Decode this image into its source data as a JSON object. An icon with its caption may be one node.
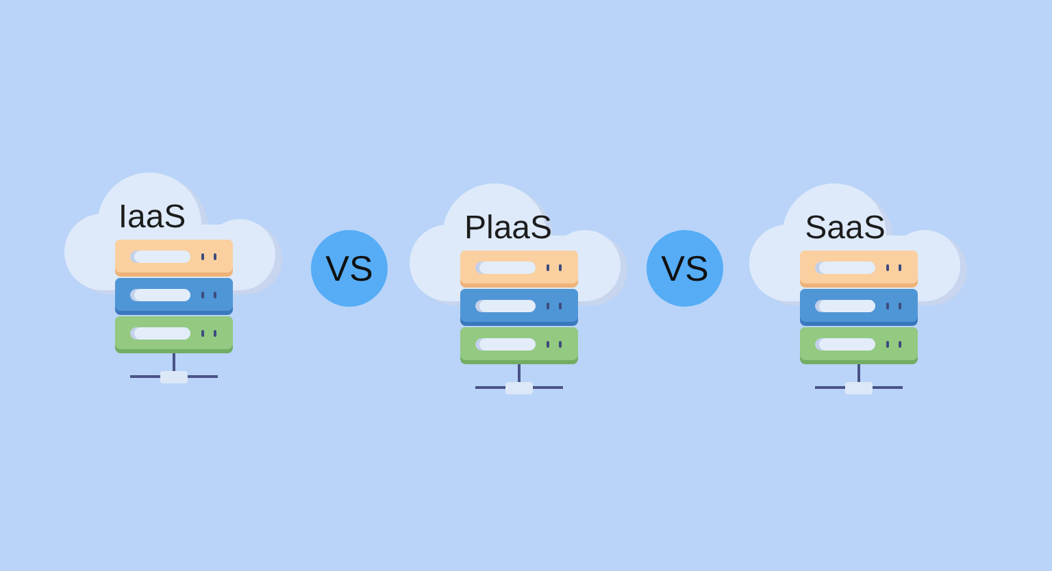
{
  "diagram": {
    "nodes": [
      {
        "text": [
          "IaaS"
        ]
      },
      {
        "text": [
          "VS"
        ]
      },
      {
        "text": [
          "PlaaS"
        ]
      },
      {
        "text": [
          "VS"
        ]
      },
      {
        "text": [
          "SaaS"
        ]
      }
    ]
  }
}
